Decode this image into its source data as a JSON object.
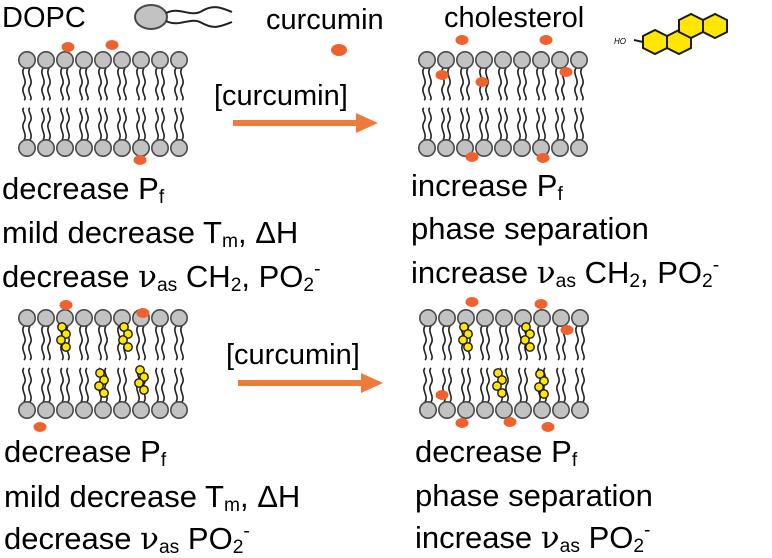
{
  "legend": {
    "dopc_label": "DOPC",
    "curcumin_label": "curcumin",
    "cholesterol_label": "cholesterol",
    "cholesterol_ho": "HO"
  },
  "arrows": {
    "top_label": "[curcumin]",
    "bottom_label": "[curcumin]"
  },
  "panels": {
    "top_left": {
      "line1": {
        "word": "decrease P",
        "sub": "f"
      },
      "line2": {
        "word": "mild decrease T",
        "sub": "m",
        "rest": ", ΔH"
      },
      "line3": {
        "word": "decrease ",
        "nu": "ν",
        "sub": "as",
        "mid": " CH",
        "mid_sub": "2",
        "mid2": ", PO",
        "end_sub": "2",
        "sup": "-"
      }
    },
    "top_right": {
      "line1": {
        "word": "increase P",
        "sub": "f"
      },
      "line2": {
        "word": "phase separation"
      },
      "line3": {
        "word": "increase ",
        "nu": "ν",
        "sub": "as",
        "mid": " CH",
        "mid_sub": "2",
        "mid2": ", PO",
        "end_sub": "2",
        "sup": "-"
      }
    },
    "bottom_left": {
      "line1": {
        "word": "decrease P",
        "sub": "f"
      },
      "line2": {
        "word": "mild decrease T",
        "sub": "m",
        "rest": ", ΔH"
      },
      "line3": {
        "word": "decrease ",
        "nu": "ν",
        "sub": "as",
        "mid": " PO",
        "end_sub": "2",
        "sup": "-"
      }
    },
    "bottom_right": {
      "line1": {
        "word": "decrease P",
        "sub": "f"
      },
      "line2": {
        "word": "phase separation"
      },
      "line3": {
        "word": "increase ",
        "nu": "ν",
        "sub": "as",
        "mid": " PO",
        "end_sub": "2",
        "sup": "-"
      }
    }
  },
  "colors": {
    "headgroup": "#c2c2c2",
    "headgroup_stroke": "#4a4a4a",
    "curcumin": "#f0622d",
    "arrow": "#ee7a3b",
    "cholesterol": "#ffe600",
    "cholesterol_stroke": "#1a1a1a"
  }
}
